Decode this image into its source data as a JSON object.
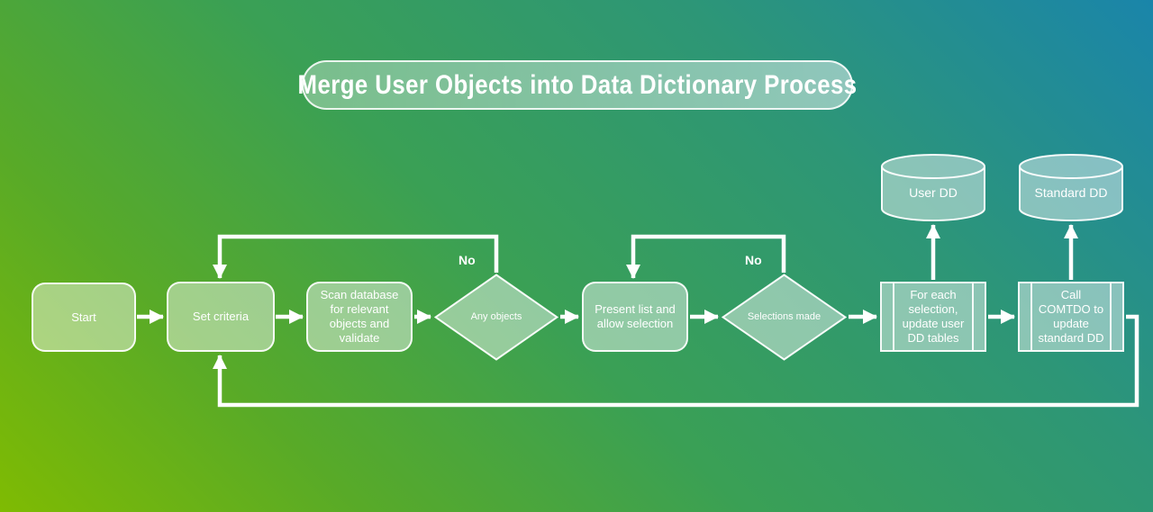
{
  "title": "Merge User Objects into Data Dictionary Process",
  "colors": {
    "bg_top_right": "#1a85aa",
    "bg_middle": "#3aa055",
    "bg_bottom_left": "#7fbb02",
    "shape_fill": "rgba(255,255,255,0.45)",
    "shape_stroke": "#ffffff",
    "text": "#ffffff"
  },
  "nodes": {
    "start": {
      "label": "Start",
      "type": "rounded-rectangle"
    },
    "set_criteria": {
      "label": "Set criteria",
      "type": "rounded-rectangle"
    },
    "scan_database": {
      "label": "Scan database for relevant objects and validate",
      "type": "rounded-rectangle"
    },
    "any_objects": {
      "label": "Any objects",
      "type": "decision-diamond"
    },
    "present_list": {
      "label": "Present list and allow selection",
      "type": "rounded-rectangle"
    },
    "selections_made": {
      "label": "Selections made",
      "type": "decision-diamond"
    },
    "update_user_dd": {
      "label": "For each selection, update user DD tables",
      "type": "predefined-process"
    },
    "call_comtdo": {
      "label": "Call COMTDO to update standard DD",
      "type": "predefined-process"
    },
    "user_dd": {
      "label": "User DD",
      "type": "database-cylinder"
    },
    "standard_dd": {
      "label": "Standard DD",
      "type": "database-cylinder"
    }
  },
  "edge_labels": {
    "any_objects_no": "No",
    "selections_made_no": "No"
  }
}
